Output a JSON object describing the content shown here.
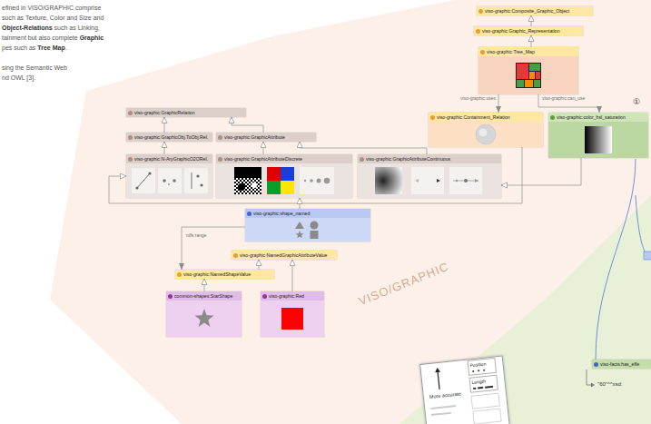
{
  "diagram": {
    "nodes": [
      {
        "text": [
          "viso-graphic:Composite_Graphic_Object"
        ]
      },
      {
        "text": [
          "viso-graphic:Graphic_Representation"
        ]
      },
      {
        "text": [
          "viso-graphic:Tree_Map"
        ]
      },
      {
        "text": [
          "viso-graphic:Containment_Relation"
        ]
      },
      {
        "text": [
          "viso-graphic:color_hsl_saturation"
        ]
      },
      {
        "text": [
          "viso-graphic:GraphicRelation"
        ]
      },
      {
        "text": [
          "viso-graphic:GraphicObj.ToObj.Rel."
        ]
      },
      {
        "text": [
          "viso-graphic:GraphicAttribute"
        ]
      },
      {
        "text": [
          "viso-graphic:N-AryGraphicO2ORel."
        ]
      },
      {
        "text": [
          "viso-graphic:GraphicAttributeDiscrete"
        ]
      },
      {
        "text": [
          "viso-graphic:GraphicAttributeContinuous"
        ]
      },
      {
        "text": [
          "viso-graphic:shape_named"
        ]
      },
      {
        "text": [
          "viso-graphic:NamedGraphicAttributeValue"
        ]
      },
      {
        "text": [
          "viso-graphic:NamedShapeValue"
        ]
      },
      {
        "text": [
          "common-shapes:StarShape"
        ]
      },
      {
        "text": [
          "viso-graphic:Red"
        ]
      },
      {
        "text": [
          "viso-facts:has_effe"
        ]
      },
      {
        "text": [
          "More accurate",
          "Position",
          "Length"
        ]
      }
    ],
    "edges": [
      {
        "from": 1,
        "to": 0,
        "arrow": "to"
      },
      {
        "from": 2,
        "to": 1,
        "arrow": "to"
      },
      {
        "from": 2,
        "to": 3,
        "label": "viso-graphic:uses",
        "arrow": "to"
      },
      {
        "from": 2,
        "to": 4,
        "label": "viso-graphic:can_use",
        "arrow": "to"
      },
      {
        "from": 6,
        "to": 5,
        "arrow": "to"
      },
      {
        "from": 7,
        "to": 5,
        "arrow": "to"
      },
      {
        "from": 8,
        "to": 6,
        "arrow": "to"
      },
      {
        "from": 9,
        "to": 7,
        "arrow": "to"
      },
      {
        "from": 10,
        "to": 7,
        "arrow": "to"
      },
      {
        "from": 3,
        "to": 8,
        "arrow": "to"
      },
      {
        "from": 4,
        "to": 10,
        "arrow": "to"
      },
      {
        "from": 11,
        "to": 9,
        "arrow": "to"
      },
      {
        "from": 11,
        "to": 13,
        "label": "rdfs:range",
        "arrow": "to"
      },
      {
        "from": 13,
        "to": 12,
        "arrow": "to"
      },
      {
        "from": 14,
        "to": 13,
        "arrow": "to"
      },
      {
        "from": 15,
        "to": 12,
        "arrow": "to"
      }
    ],
    "labels": [
      "efined in VISO/GRAPHIC comprise",
      "such as Texture, Color and Size and",
      "Object-Relations",
      "such as Linking,",
      "tainment but also complete",
      "Graphic",
      "pes such as",
      "Tree Map",
      ".",
      "sing the Semantic Web",
      "nd OWL [3].",
      "①",
      "VISO/GRAPHIC",
      "\"60\"^^xsd:"
    ]
  }
}
